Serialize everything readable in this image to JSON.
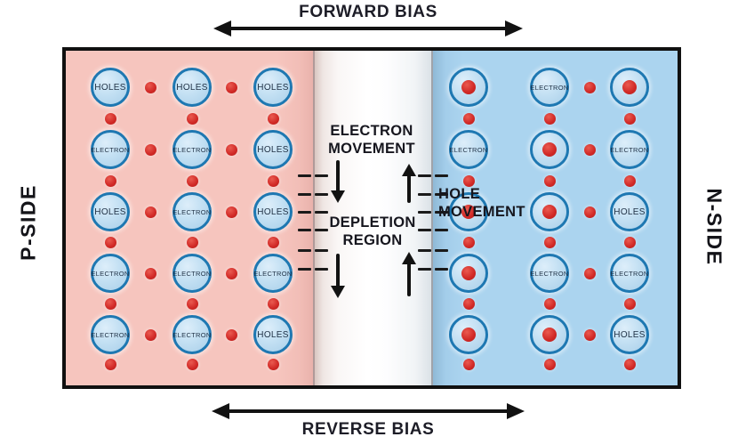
{
  "title_top": "FORWARD BIAS",
  "title_bottom": "REVERSE BIAS",
  "p_side": {
    "label": "P-SIDE",
    "rows": [
      [
        "HOLES",
        "HOLES",
        "HOLES"
      ],
      [
        "ELECTRON",
        "ELECTRON",
        "HOLES"
      ],
      [
        "HOLES",
        "ELECTRON",
        "HOLES"
      ],
      [
        "ELECTRON",
        "ELECTRON",
        "ELECTRON"
      ],
      [
        "ELECTRON",
        "ELECTRON",
        "HOLES"
      ]
    ]
  },
  "n_side": {
    "label": "N-SIDE",
    "rows": [
      [
        "DOT",
        "ELECTRON",
        "DOT"
      ],
      [
        "ELECTRON",
        "DOT",
        "ELECTRON"
      ],
      [
        "DOT",
        "DOT",
        "HOLES"
      ],
      [
        "DOT",
        "ELECTRON",
        "ELECTRON"
      ],
      [
        "DOT",
        "DOT",
        "HOLES"
      ]
    ]
  },
  "depletion": {
    "electron_movement": [
      "ELECTRON",
      "MOVEMENT"
    ],
    "region_label": [
      "DEPLETION",
      "REGION"
    ],
    "hole_movement": [
      "HOLE",
      "MOVEMENT"
    ]
  },
  "colors": {
    "p_background": "#f6c5be",
    "n_background": "#abd4ef",
    "circle_ring": "#1e78b2",
    "circle_fill": "#c3e0f3",
    "charge_red": "#d02825",
    "ink": "#16161e"
  }
}
